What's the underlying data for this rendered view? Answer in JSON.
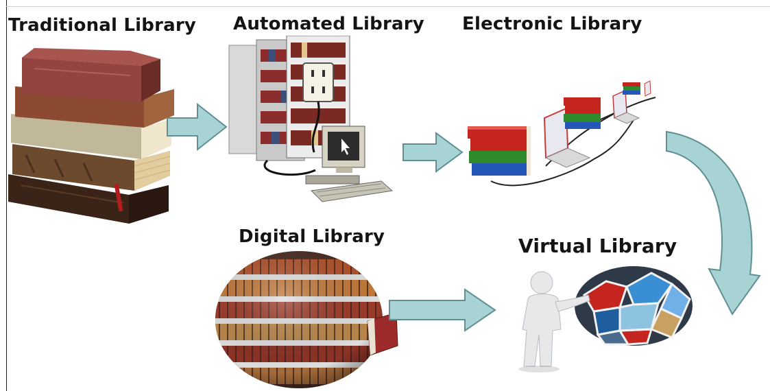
{
  "diagram": {
    "stages": {
      "traditional": "Traditional Library",
      "automated": "Automated Library",
      "electronic": "Electronic Library",
      "digital": "Digital Library",
      "virtual": "Virtual Library"
    },
    "colors": {
      "arrow_fill": "#a7d3d4",
      "arrow_stroke": "#5f8f92",
      "label_text": "#141414"
    },
    "icons": {
      "traditional": "book-stack-icon",
      "automated": "computer-shelves-icon",
      "electronic": "networked-laptops-icon",
      "digital": "bookshelf-globe-icon",
      "virtual": "person-media-sphere-icon"
    }
  }
}
